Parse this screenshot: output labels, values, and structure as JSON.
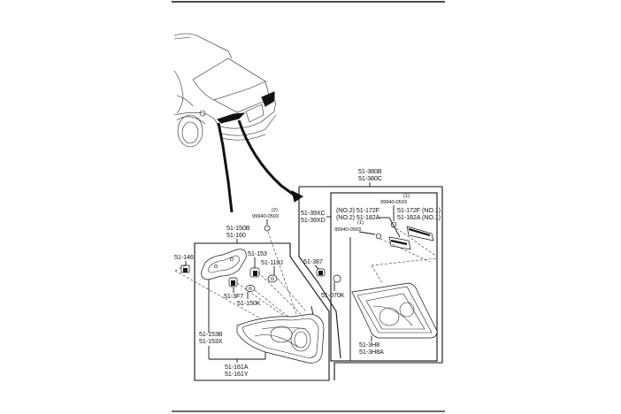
{
  "diagram": {
    "title": "Rear combination lamp parts diagram",
    "subject": "sedan rear view with tail lamps",
    "left_assembly": {
      "top_labels": [
        "51-150B",
        "51-160"
      ],
      "parts": [
        {
          "id": "p-51-146",
          "label": "51-146"
        },
        {
          "id": "p-51-153",
          "label": "51-153"
        },
        {
          "id": "p-51-110j",
          "label": "51-110J"
        },
        {
          "id": "p-51-3f7",
          "label": "51-3F7"
        },
        {
          "id": "p-51-150k",
          "label": "51-150K"
        },
        {
          "id": "p-51-153b",
          "labels": [
            "51-153B",
            "51-153X"
          ]
        },
        {
          "id": "p-51-161a",
          "labels": [
            "51-161A",
            "51-161Y"
          ]
        }
      ],
      "screw": {
        "qty": "(2)",
        "label": "99940-0503"
      }
    },
    "right_assembly": {
      "top_labels": [
        "51-380B",
        "51-380C"
      ],
      "side_labels": [
        "51-39XC",
        "51-39XD"
      ],
      "parts": [
        {
          "id": "p-51-387",
          "label": "51-387"
        },
        {
          "id": "p-51-070k",
          "label": "51-070K"
        },
        {
          "id": "p-51-3h8",
          "labels": [
            "51-3H8",
            "51-3H8A"
          ]
        },
        {
          "id": "p-no2",
          "labels": [
            "(NO.2) 51-172F",
            "(NO.2) 51-182A"
          ]
        },
        {
          "id": "p-no1",
          "labels": [
            "51-172F (NO.1)",
            "51-182A (NO.1)"
          ]
        }
      ],
      "screw_upper": {
        "qty": "(1)",
        "label": "99940-0503"
      },
      "screw_lower": {
        "qty": "(1)",
        "label": "99940-0503"
      }
    }
  }
}
